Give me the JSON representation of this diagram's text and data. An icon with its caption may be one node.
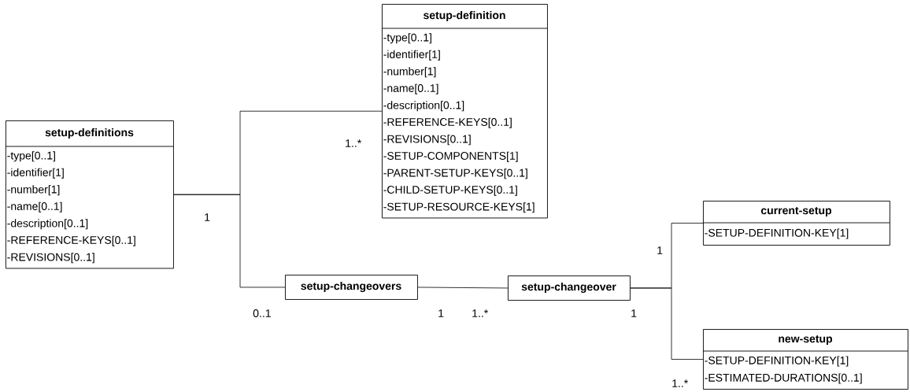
{
  "diagram": {
    "nodes": [
      {
        "text": [
          "setup-definitions",
          "-type[0..1]",
          "-identifier[1]",
          "-number[1]",
          "-name[0..1]",
          "-description[0..1]",
          "-REFERENCE-KEYS[0..1]",
          "-REVISIONS[0..1]"
        ]
      },
      {
        "text": [
          "setup-definition",
          "-type[0..1]",
          "-identifier[1]",
          "-number[1]",
          "-name[0..1]",
          "-description[0..1]",
          "-REFERENCE-KEYS[0..1]",
          "-REVISIONS[0..1]",
          "-SETUP-COMPONENTS[1]",
          "-PARENT-SETUP-KEYS[0..1]",
          "-CHILD-SETUP-KEYS[0..1]",
          "-SETUP-RESOURCE-KEYS[1]"
        ]
      },
      {
        "text": [
          "setup-changeovers"
        ]
      },
      {
        "text": [
          "setup-changeover"
        ]
      },
      {
        "text": [
          "current-setup",
          "-SETUP-DEFINITION-KEY[1]"
        ]
      },
      {
        "text": [
          "new-setup",
          "-SETUP-DEFINITION-KEY[1]",
          "-ESTIMATED-DURATIONS[0..1]"
        ]
      }
    ],
    "edges": [
      {
        "from": 0,
        "to": 1,
        "arrow": "none"
      },
      {
        "from": 0,
        "to": 2,
        "arrow": "none"
      },
      {
        "from": 2,
        "to": 3,
        "arrow": "none"
      },
      {
        "from": 3,
        "to": 4,
        "arrow": "none"
      },
      {
        "from": 3,
        "to": 5,
        "arrow": "none"
      }
    ],
    "labels": [
      "1..*",
      "1",
      "1",
      "0..1",
      "1",
      "1..*",
      "1",
      "1..*"
    ]
  }
}
